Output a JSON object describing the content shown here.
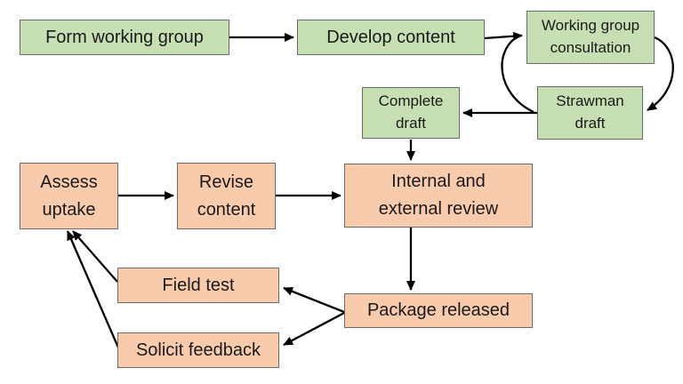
{
  "diagram_title": "",
  "colors": {
    "background": "#ffffff",
    "green_fill": "#c6e0b4",
    "orange_fill": "#f8cbad",
    "box_border": "#6b6b6b",
    "arrow": "#000000"
  },
  "nodes": {
    "form_working_group": {
      "label": "Form working group",
      "color": "green"
    },
    "develop_content": {
      "label": "Develop content",
      "color": "green"
    },
    "working_group_consultation": {
      "label": "Working group\nconsultation",
      "color": "green"
    },
    "strawman_draft": {
      "label": "Strawman\ndraft",
      "color": "green"
    },
    "complete_draft": {
      "label": "Complete\ndraft",
      "color": "green"
    },
    "assess_uptake": {
      "label": "Assess\nuptake",
      "color": "orange"
    },
    "revise_content": {
      "label": "Revise\ncontent",
      "color": "orange"
    },
    "internal_external_review": {
      "label": "Internal and\nexternal review",
      "color": "orange"
    },
    "field_test": {
      "label": "Field test",
      "color": "orange"
    },
    "package_released": {
      "label": "Package released",
      "color": "orange"
    },
    "solicit_feedback": {
      "label": "Solicit feedback",
      "color": "orange"
    }
  },
  "edges": [
    {
      "from": "form_working_group",
      "to": "develop_content",
      "style": "straight"
    },
    {
      "from": "develop_content",
      "to": "working_group_consultation",
      "style": "straight"
    },
    {
      "from": "working_group_consultation",
      "to": "strawman_draft",
      "style": "curved-right"
    },
    {
      "from": "strawman_draft",
      "to": "working_group_consultation",
      "style": "curved-left"
    },
    {
      "from": "strawman_draft",
      "to": "complete_draft",
      "style": "straight"
    },
    {
      "from": "complete_draft",
      "to": "internal_external_review",
      "style": "straight"
    },
    {
      "from": "internal_external_review",
      "to": "package_released",
      "style": "straight"
    },
    {
      "from": "package_released",
      "to": "field_test",
      "style": "straight"
    },
    {
      "from": "package_released",
      "to": "solicit_feedback",
      "style": "straight"
    },
    {
      "from": "field_test",
      "to": "assess_uptake",
      "style": "straight"
    },
    {
      "from": "solicit_feedback",
      "to": "assess_uptake",
      "style": "straight"
    },
    {
      "from": "assess_uptake",
      "to": "revise_content",
      "style": "straight"
    },
    {
      "from": "revise_content",
      "to": "internal_external_review",
      "style": "straight"
    }
  ]
}
